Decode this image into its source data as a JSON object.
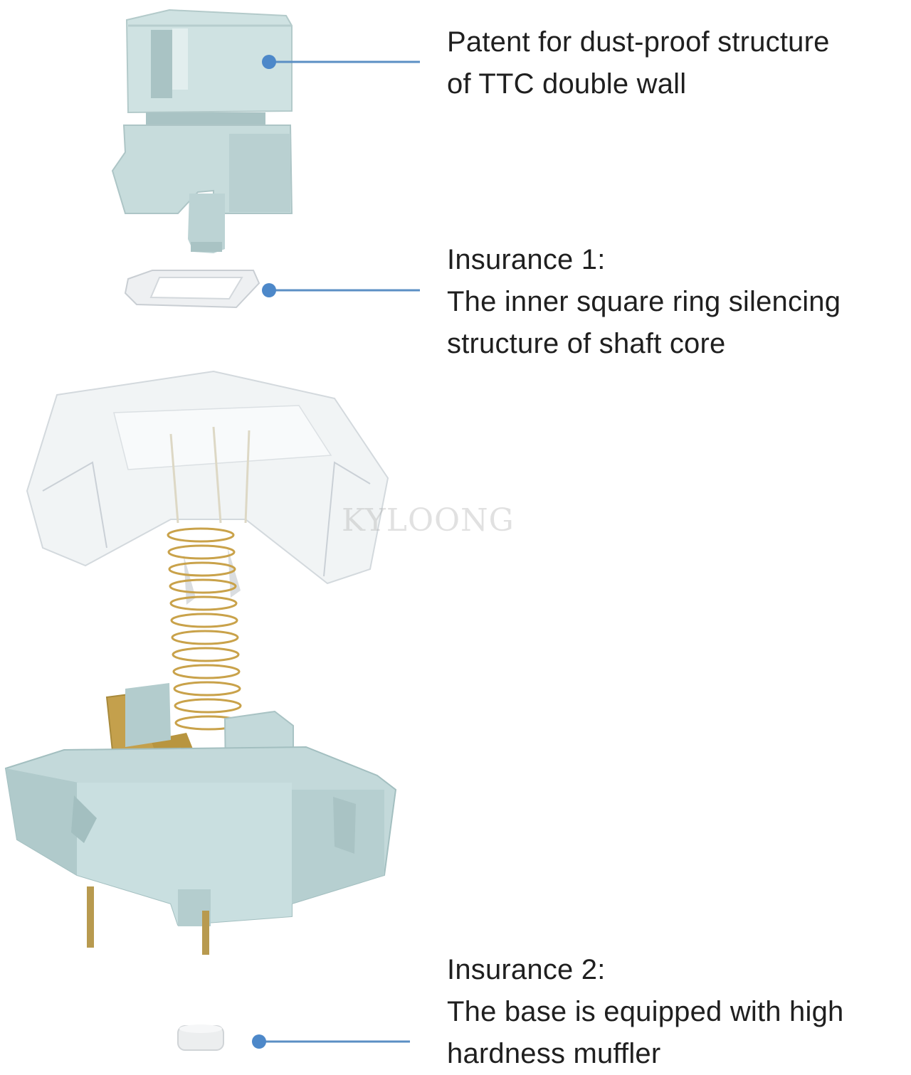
{
  "callouts": [
    {
      "lines": [
        "Patent for dust-proof structure",
        "of TTC double wall"
      ],
      "target": "stem"
    },
    {
      "lines": [
        "Insurance 1:",
        "The inner square ring silencing",
        "structure of shaft core"
      ],
      "target": "silencing-ring"
    },
    {
      "lines": [
        "Insurance 2:",
        "The base is equipped with high",
        "hardness muffler"
      ],
      "target": "muffler"
    }
  ],
  "watermark": "KYLOONG",
  "colors": {
    "stem": "#c7dcdc",
    "stem_shadow": "#a9c3c4",
    "housing_base": "#c3d9da",
    "housing_shadow": "#9fbcbd",
    "clear_top": "#eef2f4",
    "spring": "#c9a24a",
    "gold_contact": "#c4a04c",
    "pins": "#b89a4f",
    "leader_line": "#5b8fc4",
    "leader_dot": "#4d88c9"
  }
}
